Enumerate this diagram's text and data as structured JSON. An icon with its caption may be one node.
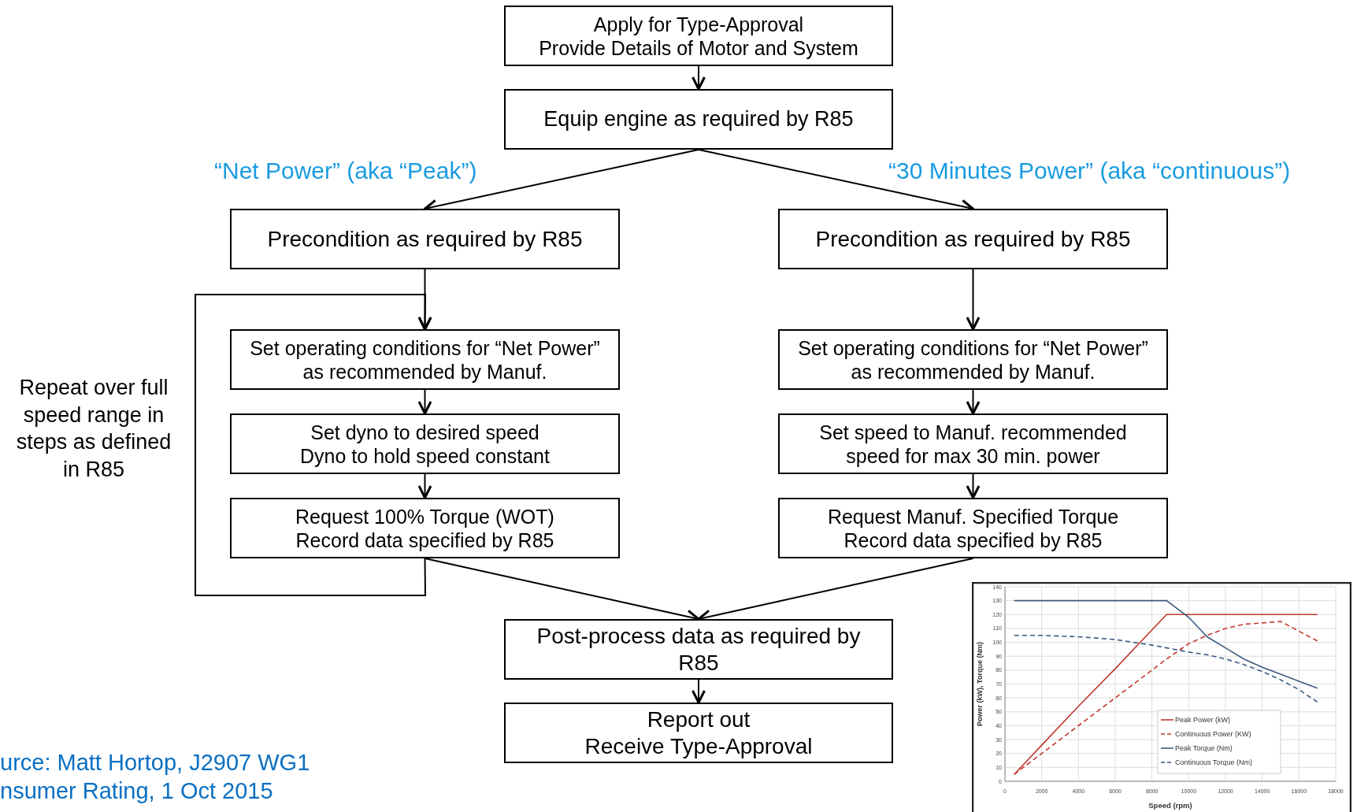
{
  "diagram": {
    "nodes": [
      {
        "text": [
          "Apply for Type-Approval",
          "Provide Details of Motor and System"
        ]
      },
      {
        "text": [
          "Equip engine as required by R85"
        ]
      },
      {
        "text": [
          "Precondition as required by R85"
        ]
      },
      {
        "text": [
          "Precondition as required by R85"
        ]
      },
      {
        "text": [
          "Set operating conditions for “Net Power” as recommended by Manuf."
        ]
      },
      {
        "text": [
          "Set dyno to desired speed",
          "Dyno to hold speed constant"
        ]
      },
      {
        "text": [
          "Request 100% Torque (WOT)",
          "Record data specified by R85"
        ]
      },
      {
        "text": [
          "Set operating conditions for “Net Power” as recommended by Manuf."
        ]
      },
      {
        "text": [
          "Set speed to Manuf. recommended speed for max 30 min. power"
        ]
      },
      {
        "text": [
          "Request Manuf. Specified  Torque",
          "Record data specified by R85"
        ]
      },
      {
        "text": [
          "Post-process data as required by R85"
        ]
      },
      {
        "text": [
          "Report out",
          "Receive Type-Approval"
        ]
      }
    ],
    "edges": [
      {
        "from": 0,
        "to": 1,
        "arrow": "to"
      },
      {
        "from": 1,
        "to": 2,
        "arrow": "to"
      },
      {
        "from": 1,
        "to": 3,
        "arrow": "to"
      },
      {
        "from": 2,
        "to": 4,
        "arrow": "to"
      },
      {
        "from": 4,
        "to": 5,
        "arrow": "to"
      },
      {
        "from": 5,
        "to": 6,
        "arrow": "to"
      },
      {
        "from": 6,
        "to": 4,
        "arrow": "to"
      },
      {
        "from": 3,
        "to": 7,
        "arrow": "to"
      },
      {
        "from": 7,
        "to": 8,
        "arrow": "to"
      },
      {
        "from": 8,
        "to": 9,
        "arrow": "to"
      },
      {
        "from": 6,
        "to": 10,
        "arrow": "to"
      },
      {
        "from": 9,
        "to": 10,
        "arrow": "to"
      },
      {
        "from": 10,
        "to": 11,
        "arrow": "to"
      }
    ],
    "labels": [
      "“Net Power” (aka “Peak”)",
      "“30 Minutes Power” (aka “continuous”)",
      "Repeat over full speed range in steps as defined in R85",
      "urce: Matt Hortop, J2907 WG1",
      "nsumer Rating, 1 Oct 2015"
    ],
    "chart_data": {
      "type": "line",
      "xlabel": "Speed (rpm)",
      "ylabel": "Power (kW), Torque (Nm)",
      "x": [
        500,
        2000,
        4000,
        6000,
        8000,
        8800,
        10000,
        11000,
        12000,
        13000,
        14000,
        15000,
        16000,
        17000
      ],
      "series": [
        {
          "name": "Peak Power (kW)",
          "color": "#c0392f",
          "values": [
            5,
            26,
            54,
            81,
            109,
            120,
            120,
            120,
            120,
            120,
            120,
            120,
            120,
            120
          ]
        },
        {
          "name": "Continuous Power (KW)",
          "color": "#c0392f",
          "line_style": "dashed",
          "values": [
            5,
            20,
            40,
            60,
            80,
            88,
            99,
            105,
            110,
            113,
            114,
            115,
            108,
            101
          ]
        },
        {
          "name": "Peak Torque (Nm)",
          "color": "#3d5a80",
          "values": [
            130,
            130,
            130,
            130,
            130,
            130,
            118,
            104,
            96,
            88,
            82,
            77,
            72,
            67
          ]
        },
        {
          "name": "Continuous Torque (Nm)",
          "color": "#3d5a80",
          "line_style": "dashed",
          "values": [
            105,
            105,
            104,
            102,
            98,
            96,
            93,
            91,
            88,
            84,
            79,
            73,
            66,
            57
          ]
        }
      ],
      "grid": true,
      "legend": true,
      "xlim": [
        0,
        18000
      ],
      "ylim": [
        0,
        140
      ],
      "xticks": [
        0,
        2000,
        4000,
        6000,
        8000,
        10000,
        12000,
        14000,
        16000,
        18000
      ],
      "yticks": [
        0,
        10,
        20,
        30,
        40,
        50,
        60,
        70,
        80,
        90,
        100,
        110,
        120,
        130,
        140
      ]
    }
  }
}
